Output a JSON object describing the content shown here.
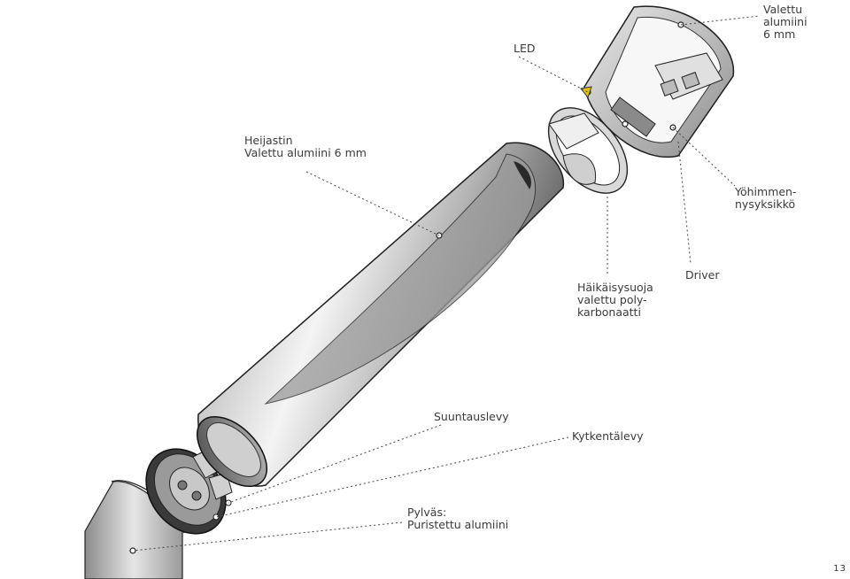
{
  "labels": {
    "led": "LED",
    "valettu": [
      "Valettu",
      "alumiini",
      "6 mm"
    ],
    "heijastin": [
      "Heijastin",
      "Valettu alumiini 6 mm"
    ],
    "yohimmen": [
      "Yöhimmen-",
      "nysyksikkö"
    ],
    "haikaisy": [
      "Häikäisysuoja",
      "valettu poly-",
      "karbonaatti"
    ],
    "driver": "Driver",
    "suuntaus": "Suuntauslevy",
    "kytkenta": "Kytkentälevy",
    "pylvas": [
      "Pylväs:",
      "Puristettu alumiini"
    ]
  },
  "page_number": "13"
}
